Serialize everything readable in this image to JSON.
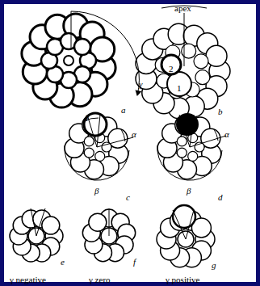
{
  "diagram": {
    "labels": [
      "a",
      "γ",
      "apex",
      "2",
      "1",
      "b",
      "γ",
      "α",
      "β",
      "c",
      "γ",
      "α",
      "β",
      "d",
      "e",
      "f",
      "g",
      "γ negative",
      "γ zero",
      "γ positive"
    ]
  }
}
